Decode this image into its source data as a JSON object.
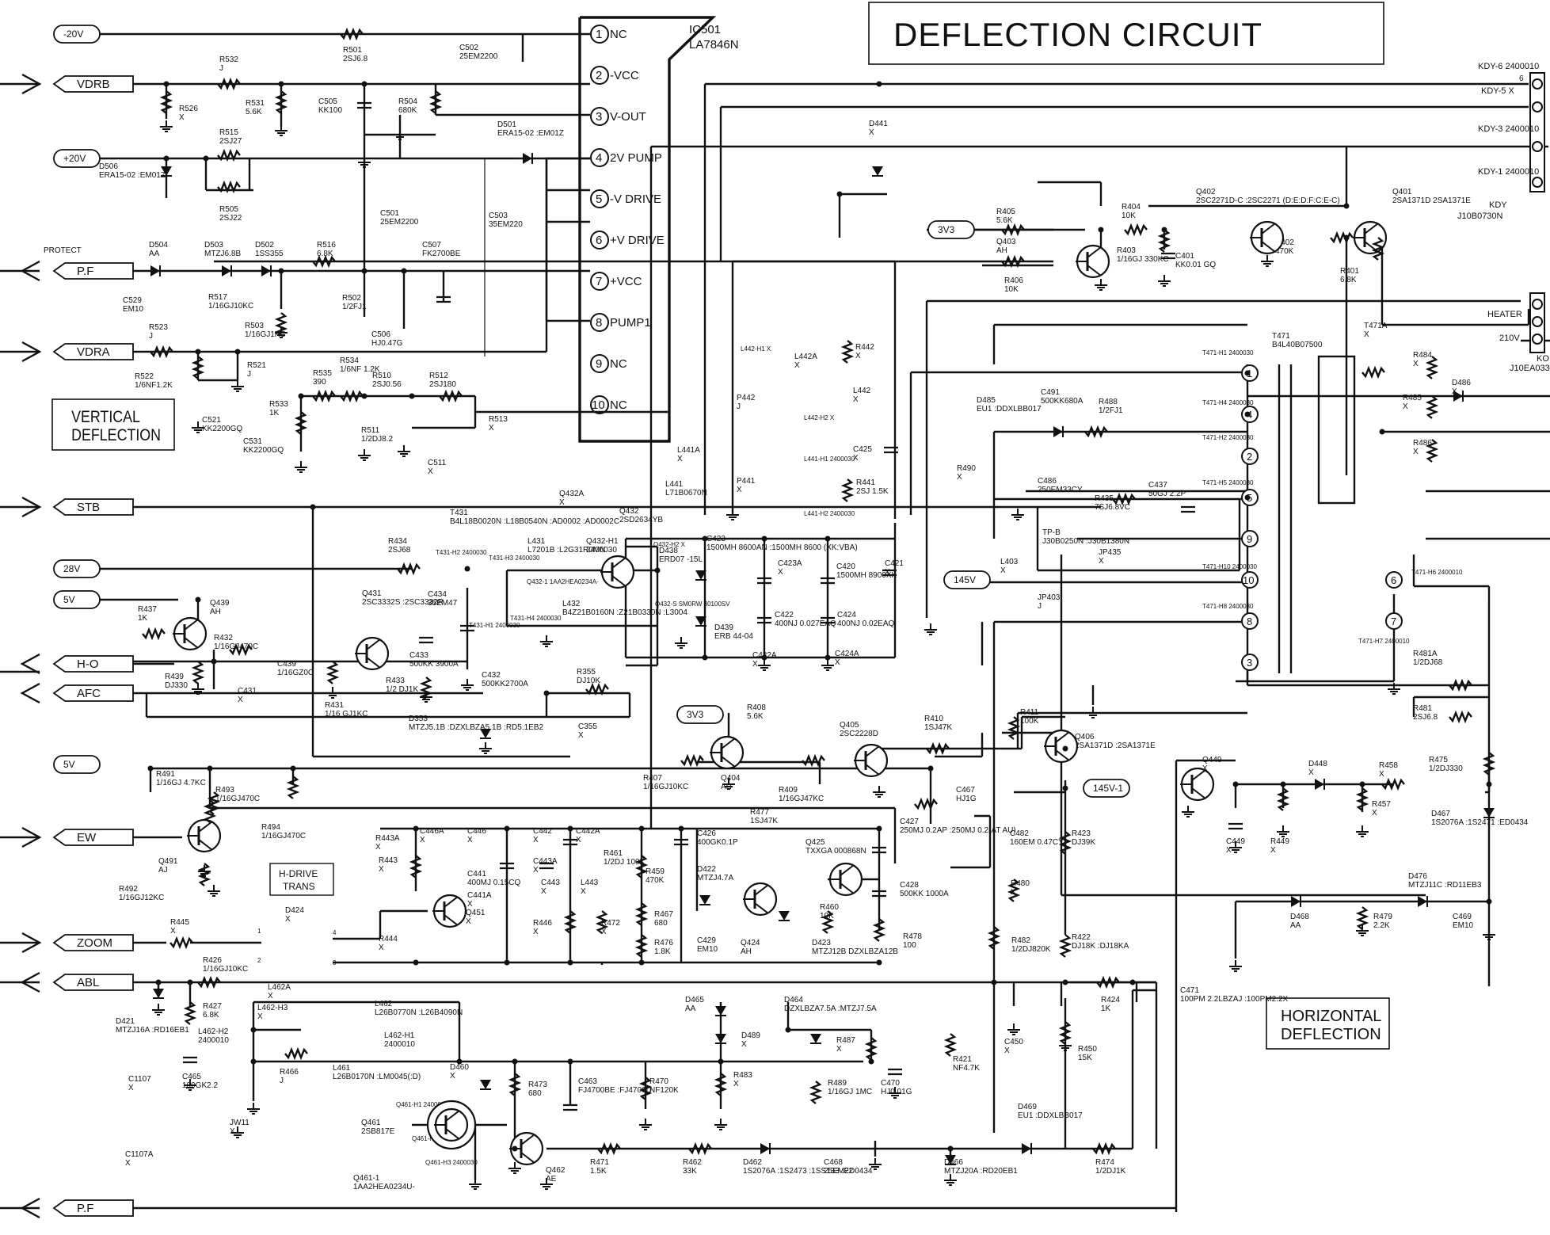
{
  "title": "DEFLECTION CIRCUIT",
  "ic": {
    "ref": "IC501",
    "part": "LA7846N",
    "pins": [
      {
        "num": "1",
        "name": "NC"
      },
      {
        "num": "2",
        "name": "-VCC"
      },
      {
        "num": "3",
        "name": "V-OUT"
      },
      {
        "num": "4",
        "name": "2V PUMP"
      },
      {
        "num": "5",
        "name": "-V DRIVE"
      },
      {
        "num": "6",
        "name": "+V DRIVE"
      },
      {
        "num": "7",
        "name": "+VCC"
      },
      {
        "num": "8",
        "name": "PUMP1"
      },
      {
        "num": "9",
        "name": "NC"
      },
      {
        "num": "10",
        "name": "NC"
      }
    ]
  },
  "section_boxes": {
    "vertical": [
      "VERTICAL",
      "DEFLECTION"
    ],
    "horizontal": [
      "HORIZONTAL",
      "DEFLECTION"
    ],
    "hdrive": [
      "H-DRIVE",
      "TRANS"
    ]
  },
  "ports_left": [
    {
      "label": "VDRB"
    },
    {
      "label": "P.F"
    },
    {
      "label": "VDRA"
    },
    {
      "label": "STB"
    },
    {
      "label": "H-O"
    },
    {
      "label": "AFC"
    },
    {
      "label": "EW"
    },
    {
      "label": "ZOOM"
    },
    {
      "label": "ABL"
    },
    {
      "label": "P.F"
    }
  ],
  "rails": [
    {
      "label": "-20V"
    },
    {
      "label": "+20V"
    },
    {
      "label": "28V"
    },
    {
      "label": "5V"
    },
    {
      "label": "5V"
    },
    {
      "label": "3V3"
    },
    {
      "label": "3V3"
    },
    {
      "label": "145V"
    },
    {
      "label": "145V-1"
    }
  ],
  "protect_label": "PROTECT",
  "connectors": {
    "kdy": {
      "pins": [
        "KDY-6 2400010",
        "KDY-5 X",
        "KDY-3 2400010",
        "KDY-1 2400010"
      ],
      "pin6": "6",
      "name": "KDY",
      "part": "J10B0730N"
    },
    "ko": {
      "heater": "HEATER",
      "v210": "210V",
      "name": "KO",
      "part": "J10EA033N"
    }
  },
  "components": [
    {
      "ref": "R501",
      "val": "2SJ6.8"
    },
    {
      "ref": "C502",
      "val": "25EM2200"
    },
    {
      "ref": "R532",
      "val": "J"
    },
    {
      "ref": "R526",
      "val": "X"
    },
    {
      "ref": "R531",
      "val": "5.6K"
    },
    {
      "ref": "C505",
      "val": "KK100"
    },
    {
      "ref": "R504",
      "val": "680K"
    },
    {
      "ref": "R515",
      "val": "2SJ27"
    },
    {
      "ref": "R505",
      "val": "2SJ22"
    },
    {
      "ref": "D506",
      "val": "ERA15-02 :EM01Z"
    },
    {
      "ref": "C501",
      "val": "25EM2200"
    },
    {
      "ref": "D501",
      "val": "ERA15-02 :EM01Z"
    },
    {
      "ref": "C503",
      "val": "35EM220"
    },
    {
      "ref": "D504",
      "val": "AA"
    },
    {
      "ref": "D503",
      "val": "MTZJ6.8B"
    },
    {
      "ref": "D502",
      "val": "1SS355"
    },
    {
      "ref": "R516",
      "val": "6.8K"
    },
    {
      "ref": "C507",
      "val": "FK2700BE"
    },
    {
      "ref": "C529",
      "val": "EM10"
    },
    {
      "ref": "R517",
      "val": "1/16GJ10KC"
    },
    {
      "ref": "R502",
      "val": "1/2FJ1"
    },
    {
      "ref": "C506",
      "val": "HJ0.47G"
    },
    {
      "ref": "R523",
      "val": "J"
    },
    {
      "ref": "R503",
      "val": "1/16GJ1KC"
    },
    {
      "ref": "R522",
      "val": "1/6NF1.2K"
    },
    {
      "ref": "R521",
      "val": "J"
    },
    {
      "ref": "C521",
      "val": "KK2200GQ"
    },
    {
      "ref": "R535",
      "val": "390"
    },
    {
      "ref": "R534",
      "val": "1/6NF 1.2K"
    },
    {
      "ref": "R510",
      "val": "2SJ0.56"
    },
    {
      "ref": "R512",
      "val": "2SJ180"
    },
    {
      "ref": "R533",
      "val": "1K"
    },
    {
      "ref": "R513",
      "val": "X"
    },
    {
      "ref": "C531",
      "val": "KK2200GQ"
    },
    {
      "ref": "R511",
      "val": "1/2DJ8.2"
    },
    {
      "ref": "C511",
      "val": "X"
    },
    {
      "ref": "D441",
      "val": "X"
    },
    {
      "ref": "R405",
      "val": "5.6K"
    },
    {
      "ref": "Q403",
      "val": "AH"
    },
    {
      "ref": "R406",
      "val": "10K"
    },
    {
      "ref": "R404",
      "val": "10K"
    },
    {
      "ref": "R403",
      "val": "1/16GJ 330KC"
    },
    {
      "ref": "C401",
      "val": "KK0.01 GQ"
    },
    {
      "ref": "Q402",
      "val": "2SC2271D-C :2SC2271 (D:E:D:F:C:E-C)"
    },
    {
      "ref": "R402",
      "val": "470K"
    },
    {
      "ref": "R401",
      "val": "6.8K"
    },
    {
      "ref": "Q401",
      "val": "2SA1371D 2SA1371E"
    },
    {
      "ref": "L442A",
      "val": "X"
    },
    {
      "ref": "R442",
      "val": "X"
    },
    {
      "ref": "L442",
      "val": "X"
    },
    {
      "ref": "P442",
      "val": "J"
    },
    {
      "ref": "C425",
      "val": "X"
    },
    {
      "ref": "P441",
      "val": "X"
    },
    {
      "ref": "R441",
      "val": "2SJ 1.5K"
    },
    {
      "ref": "L441A",
      "val": "X"
    },
    {
      "ref": "L441",
      "val": "L71B0670N"
    },
    {
      "ref": "T471",
      "val": "B4L40B07500"
    },
    {
      "ref": "T471A",
      "val": "X"
    },
    {
      "ref": "D485",
      "val": "EU1 :DDXLBB017"
    },
    {
      "ref": "C491",
      "val": "500KK680A"
    },
    {
      "ref": "R488",
      "val": "1/2FJ1"
    },
    {
      "ref": "R490",
      "val": "X"
    },
    {
      "ref": "C486",
      "val": "250EM33CY"
    },
    {
      "ref": "R435",
      "val": "7SJ6.8VC"
    },
    {
      "ref": "C437",
      "val": "50GJ 2.2P"
    },
    {
      "ref": "TP-B",
      "val": "J30B0250N :J30B1380N"
    },
    {
      "ref": "JP435",
      "val": "X"
    },
    {
      "ref": "L403",
      "val": "X"
    },
    {
      "ref": "JP403",
      "val": "J"
    },
    {
      "ref": "R484",
      "val": "X"
    },
    {
      "ref": "R485",
      "val": "X"
    },
    {
      "ref": "R486",
      "val": "X"
    },
    {
      "ref": "D486",
      "val": "X"
    },
    {
      "ref": "T431",
      "val": "B4L18B0020N :L18B0540N :AD0002 :AD0002C"
    },
    {
      "ref": "Q432A",
      "val": "X"
    },
    {
      "ref": "Q432",
      "val": "2SD2634YB"
    },
    {
      "ref": "R434",
      "val": "2SJ68"
    },
    {
      "ref": "L431",
      "val": "L7201B :L2G31R0MN"
    },
    {
      "ref": "Q432-H1",
      "val": "2400030"
    },
    {
      "ref": "C434",
      "val": "35EM47"
    },
    {
      "ref": "Q431",
      "val": "2SC3332S :2SC3332R"
    },
    {
      "ref": "L432",
      "val": "B4Z21B0160N :Z21B0330N :L3004"
    },
    {
      "ref": "D438",
      "val": "ERD07 -15L"
    },
    {
      "ref": "C423",
      "val": "1500MH 8600AN :1500MH 8600 (XK:VBA)"
    },
    {
      "ref": "C423A",
      "val": "X"
    },
    {
      "ref": "C420",
      "val": "1500MH 8900XK"
    },
    {
      "ref": "C421",
      "val": "X"
    },
    {
      "ref": "D439",
      "val": "ERB 44-04"
    },
    {
      "ref": "C422",
      "val": "400NJ 0.027EAQ"
    },
    {
      "ref": "C424",
      "val": "400NJ 0.02EAQ"
    },
    {
      "ref": "C422A",
      "val": "X"
    },
    {
      "ref": "C424A",
      "val": "X"
    },
    {
      "ref": "R437",
      "val": "1K"
    },
    {
      "ref": "Q439",
      "val": "AH"
    },
    {
      "ref": "R432",
      "val": "1/16GJ470C"
    },
    {
      "ref": "C433",
      "val": "500KK 3900A"
    },
    {
      "ref": "R439",
      "val": "DJ330"
    },
    {
      "ref": "C431",
      "val": "X"
    },
    {
      "ref": "C439",
      "val": "1/16GZ0C"
    },
    {
      "ref": "R433",
      "val": "1/2 DJ1K"
    },
    {
      "ref": "C432",
      "val": "500KK2700A"
    },
    {
      "ref": "R355",
      "val": "DJ10K"
    },
    {
      "ref": "R431",
      "val": "1/16 GJ1KC"
    },
    {
      "ref": "D353",
      "val": "MTZJ5.1B :DZXLBZA5.1B :RD5.1EB2"
    },
    {
      "ref": "C355",
      "val": "X"
    },
    {
      "ref": "R408",
      "val": "5.6K"
    },
    {
      "ref": "Q405",
      "val": "2SC2228D"
    },
    {
      "ref": "R410",
      "val": "1SJ47K"
    },
    {
      "ref": "R411",
      "val": "100K"
    },
    {
      "ref": "Q406",
      "val": "2SA1371D :2SA1371E"
    },
    {
      "ref": "R407",
      "val": "1/16GJ10KC"
    },
    {
      "ref": "Q404",
      "val": "AH"
    },
    {
      "ref": "R409",
      "val": "1/16GJ47KC"
    },
    {
      "ref": "R491",
      "val": "1/16GJ 4.7KC"
    },
    {
      "ref": "R493",
      "val": "1/16GJ470C"
    },
    {
      "ref": "R494",
      "val": "1/16GJ470C"
    },
    {
      "ref": "Q491",
      "val": "AJ"
    },
    {
      "ref": "R492",
      "val": "1/16GJ12KC"
    },
    {
      "ref": "R443A",
      "val": "X"
    },
    {
      "ref": "R443",
      "val": "X"
    },
    {
      "ref": "C446A",
      "val": "X"
    },
    {
      "ref": "C446",
      "val": "X"
    },
    {
      "ref": "C441",
      "val": "400MJ 0.15CQ"
    },
    {
      "ref": "C441A",
      "val": "X"
    },
    {
      "ref": "C442",
      "val": "X"
    },
    {
      "ref": "C442A",
      "val": "X"
    },
    {
      "ref": "C443A",
      "val": "X"
    },
    {
      "ref": "C443",
      "val": "X"
    },
    {
      "ref": "L443",
      "val": "X"
    },
    {
      "ref": "R461",
      "val": "1/2DJ 100K"
    },
    {
      "ref": "R477",
      "val": "1SJ47K"
    },
    {
      "ref": "C426",
      "val": "400GK0.1P"
    },
    {
      "ref": "Q425",
      "val": "TXXGA 000868N"
    },
    {
      "ref": "C427",
      "val": "250MJ 0.2AP :250MJ 0.2(AT AU)"
    },
    {
      "ref": "R459",
      "val": "470K"
    },
    {
      "ref": "D422",
      "val": "MTZJ4.7A"
    },
    {
      "ref": "C428",
      "val": "500KK 1000A"
    },
    {
      "ref": "R467",
      "val": "680"
    },
    {
      "ref": "R460",
      "val": "10K"
    },
    {
      "ref": "R446",
      "val": "X"
    },
    {
      "ref": "R472",
      "val": "X"
    },
    {
      "ref": "R476",
      "val": "1.8K"
    },
    {
      "ref": "C429",
      "val": "EM10"
    },
    {
      "ref": "Q424",
      "val": "AH"
    },
    {
      "ref": "D423",
      "val": "MTZJ12B DZXLBZA12B"
    },
    {
      "ref": "R478",
      "val": "100"
    },
    {
      "ref": "R445",
      "val": "X"
    },
    {
      "ref": "D424",
      "val": "X"
    },
    {
      "ref": "R444",
      "val": "X"
    },
    {
      "ref": "Q451",
      "val": "X"
    },
    {
      "ref": "R426",
      "val": "1/16GJ10KC"
    },
    {
      "ref": "D421",
      "val": "MTZJ16A :RD16EB1"
    },
    {
      "ref": "R427",
      "val": "6.8K"
    },
    {
      "ref": "L462A",
      "val": "X"
    },
    {
      "ref": "L462-H3",
      "val": "X"
    },
    {
      "ref": "L462",
      "val": "L26B0770N :L26B4090N"
    },
    {
      "ref": "L462-H2",
      "val": "2400010"
    },
    {
      "ref": "L462-H1",
      "val": "2400010"
    },
    {
      "ref": "C465",
      "val": "100GK2.2"
    },
    {
      "ref": "R466",
      "val": "J"
    },
    {
      "ref": "L461",
      "val": "L26B0170N :LM0045(:D)"
    },
    {
      "ref": "C1107",
      "val": "X"
    },
    {
      "ref": "C1107A",
      "val": "X"
    },
    {
      "ref": "JW11",
      "val": "X"
    },
    {
      "ref": "Q461",
      "val": "2SB817E"
    },
    {
      "ref": "Q461-1",
      "val": "1AA2HEA0234U-"
    },
    {
      "ref": "D460",
      "val": "X"
    },
    {
      "ref": "R473",
      "val": "680"
    },
    {
      "ref": "C463",
      "val": "FJ4700BE :FJ4700D"
    },
    {
      "ref": "R470",
      "val": "NF120K"
    },
    {
      "ref": "Q462",
      "val": "AE"
    },
    {
      "ref": "R471",
      "val": "1.5K"
    },
    {
      "ref": "R462",
      "val": "33K"
    },
    {
      "ref": "D462",
      "val": "1S2076A :1S2473 :1SS133 :ED0434"
    },
    {
      "ref": "C468",
      "val": "25EM22"
    },
    {
      "ref": "D466",
      "val": "MTZJ20A :RD20EB1"
    },
    {
      "ref": "D465",
      "val": "AA"
    },
    {
      "ref": "D464",
      "val": "DZXLBZA7.5A :MTZJ7.5A"
    },
    {
      "ref": "D489",
      "val": "X"
    },
    {
      "ref": "R483",
      "val": "X"
    },
    {
      "ref": "R487",
      "val": "X"
    },
    {
      "ref": "R489",
      "val": "1/16GJ 1MC"
    },
    {
      "ref": "C470",
      "val": "HJ0.01G"
    },
    {
      "ref": "R421",
      "val": "NF4.7K"
    },
    {
      "ref": "D469",
      "val": "EU1 :DDXLBB017"
    },
    {
      "ref": "R474",
      "val": "1/2DJ1K"
    },
    {
      "ref": "C467",
      "val": "HJ1G"
    },
    {
      "ref": "C482",
      "val": "160EM 0.47CY"
    },
    {
      "ref": "R480",
      "val": "X"
    },
    {
      "ref": "R482",
      "val": "1/2DJ820K"
    },
    {
      "ref": "R423",
      "val": "DJ39K"
    },
    {
      "ref": "R422",
      "val": "DJ18K :DJ18KA"
    },
    {
      "ref": "C450",
      "val": "X"
    },
    {
      "ref": "R450",
      "val": "15K"
    },
    {
      "ref": "R424",
      "val": "1K"
    },
    {
      "ref": "C471",
      "val": "100PM 2.2LBZAJ :100PM2.2X"
    },
    {
      "ref": "Q449",
      "val": "X"
    },
    {
      "ref": "D448",
      "val": "X"
    },
    {
      "ref": "R458",
      "val": "X"
    },
    {
      "ref": "R457",
      "val": "X"
    },
    {
      "ref": "C449",
      "val": "X"
    },
    {
      "ref": "R449",
      "val": "X"
    },
    {
      "ref": "R475",
      "val": "1/2DJ330"
    },
    {
      "ref": "R481A",
      "val": "1/2DJ68"
    },
    {
      "ref": "R481",
      "val": "2SJ6.8"
    },
    {
      "ref": "D467",
      "val": "1S2076A :1S2471 :ED0434"
    },
    {
      "ref": "D476",
      "val": "MTZJ11C :RD11EB3"
    },
    {
      "ref": "D468",
      "val": "AA"
    },
    {
      "ref": "R479",
      "val": "2.2K"
    },
    {
      "ref": "C469",
      "val": "EM10"
    }
  ],
  "transformer_pins": [
    "1",
    "4",
    "2",
    "5",
    "9",
    "10",
    "8",
    "3",
    "6",
    "7"
  ],
  "transformer_pin_labels": {
    "h1": "T471-H1 2400030",
    "h4": "T471-H4 2400030",
    "h2": "T471-H2 2400030",
    "h5": "T471-H5 2400030",
    "h10": "T471-H10 2400030",
    "h8": "T471-H8 2400030",
    "h6": "T471-H6 2400010",
    "h7": "T471-H7 2400010"
  },
  "small_labels": {
    "l442h1": "L442-H1 X",
    "l442h2": "L442-H2 X",
    "l441h1": "L441-H1 2400030",
    "l441h2": "L441-H2 2400030",
    "q432h2": "Q432-H2 X",
    "q432a_ic": "Q432-1 1AA2HEA0234A-",
    "t431h2": "T431-H2 2400030",
    "t431h1": "T431-H1 2400030",
    "t431h3": "T431-H3 2400030",
    "t431h4": "T431-H4 2400030",
    "q432s": "Q432-S SM0RW 30100SV",
    "q461h": "Q461-H1 2400030",
    "q461h2": "Q461-H2 2400030",
    "q461h3": "Q461-H3 2400030",
    "d424p1": "1",
    "d424p2": "2",
    "d424p3": "3",
    "d424p4": "4"
  }
}
